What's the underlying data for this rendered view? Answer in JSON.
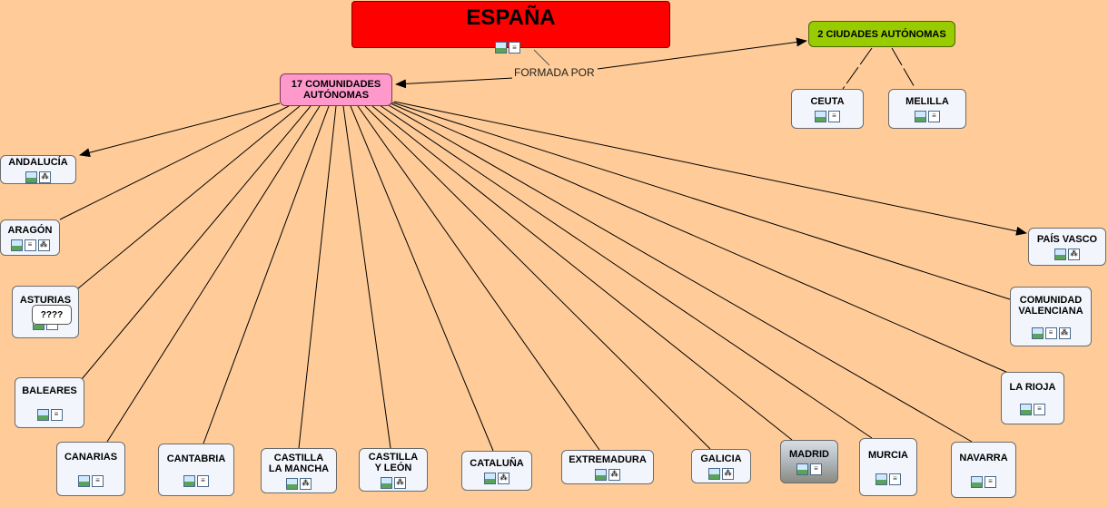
{
  "title": "ESPAÑA",
  "edge_label": "FORMADA POR",
  "group_communities": "17 COMUNIDADES\nAUTÓNOMAS",
  "group_cities": "2 CIUDADES AUTÓNOMAS",
  "cities": [
    "CEUTA",
    "MELILLA"
  ],
  "communities": {
    "andalucia": "ANDALUCÍA",
    "aragon": "ARAGÓN",
    "asturias": "ASTURIAS",
    "baleares": "BALEARES",
    "canarias": "CANARIAS",
    "cantabria": "CANTABRIA",
    "castilla_mancha": "CASTILLA\nLA MANCHA",
    "castilla_leon": "CASTILLA\nY LEÓN",
    "cataluna": "CATALUÑA",
    "extremadura": "EXTREMADURA",
    "galicia": "GALICIA",
    "madrid": "MADRID",
    "murcia": "MURCIA",
    "navarra": "NAVARRA",
    "la_rioja": "LA RIOJA",
    "valenciana": "COMUNIDAD\nVALENCIANA",
    "pais_vasco": "PAÍS VASCO"
  },
  "tooltip": "????",
  "icon_names": [
    "image-icon",
    "document-icon",
    "concept-map-icon"
  ],
  "colors": {
    "background": "#ffcc99",
    "root": "#ff0000",
    "communities_group": "#ff99cc",
    "cities_group": "#99cc00",
    "node": "#f2f5fb"
  }
}
